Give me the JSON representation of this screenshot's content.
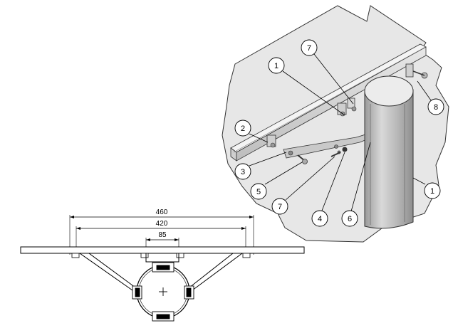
{
  "iso_view": {
    "callouts": [
      {
        "id": "c1a",
        "label": "1"
      },
      {
        "id": "c7a",
        "label": "7"
      },
      {
        "id": "c8",
        "label": "8"
      },
      {
        "id": "c2",
        "label": "2"
      },
      {
        "id": "c3",
        "label": "3"
      },
      {
        "id": "c5",
        "label": "5"
      },
      {
        "id": "c7b",
        "label": "7"
      },
      {
        "id": "c4",
        "label": "4"
      },
      {
        "id": "c6",
        "label": "6"
      },
      {
        "id": "c1b",
        "label": "1"
      }
    ]
  },
  "plan_view": {
    "dimensions": {
      "overall": "460",
      "mounting": "420",
      "center": "85"
    }
  }
}
